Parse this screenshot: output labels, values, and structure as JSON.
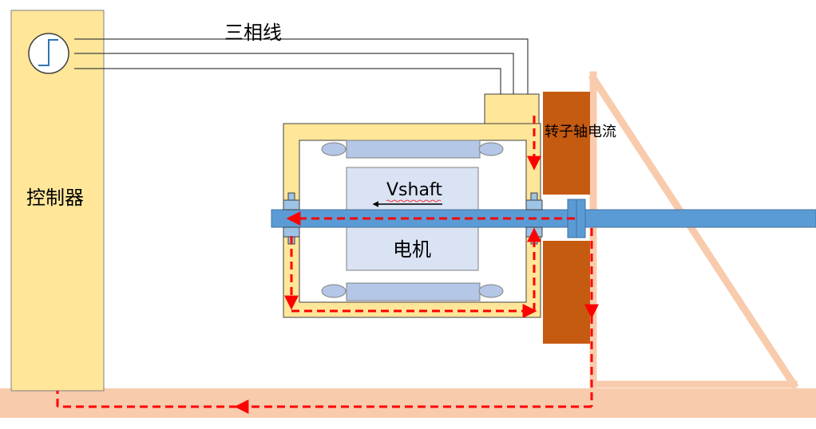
{
  "labels": {
    "three_phase_wire": "三相线",
    "controller": "控制器",
    "rotor_shaft_current": "转子轴电流",
    "v_shaft": "Vshaft",
    "motor": "电机"
  },
  "icons": {
    "controller_signal": "step-waveform-icon"
  },
  "colors": {
    "controller_fill": "#ffe699",
    "housing_fill": "#ffe699",
    "stator_fill": "#b4c7e7",
    "rotor_fill": "#dae3f3",
    "shaft_fill": "#5b9bd5",
    "load_block": "#c55a11",
    "ground": "#f8cbad",
    "current_path": "#ff0000"
  }
}
